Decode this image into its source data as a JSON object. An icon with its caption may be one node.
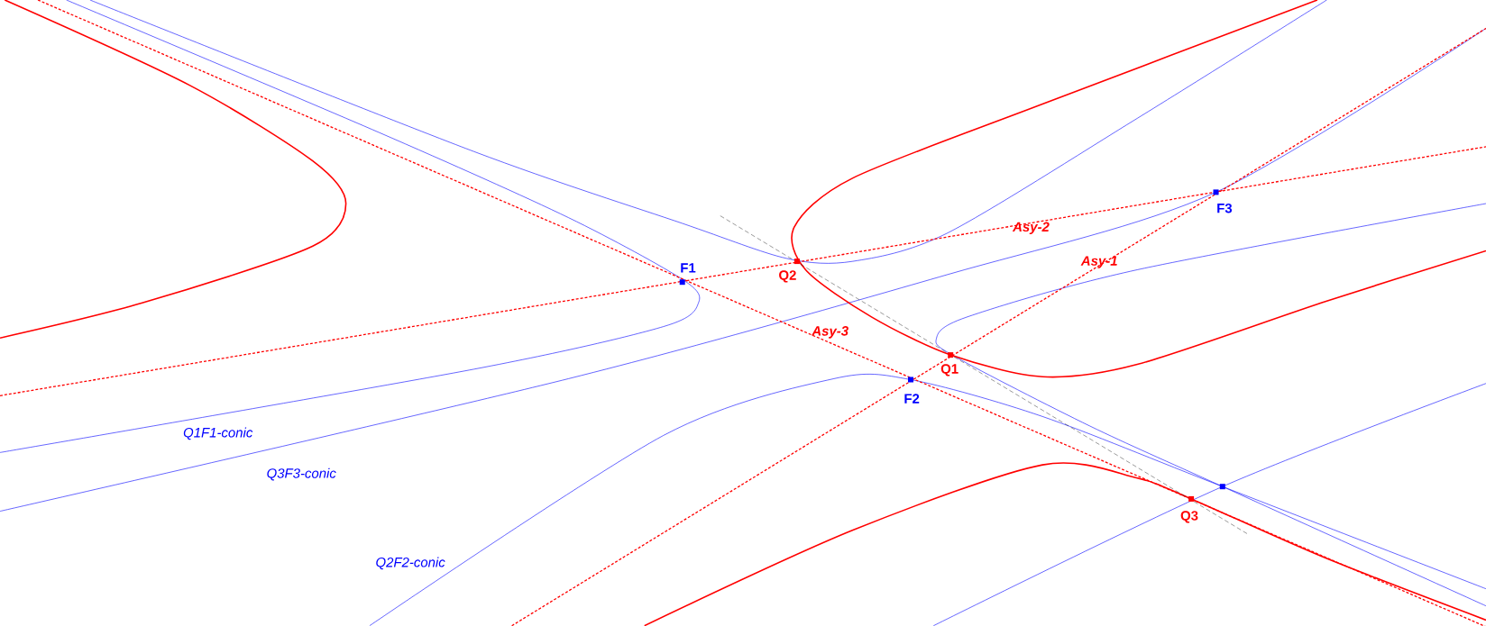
{
  "diagram": {
    "labels": [
      "F3",
      "Asy-2",
      "Asy-1",
      "F1",
      "Q2",
      "Asy-3",
      "Q1",
      "F2",
      "Q1F1-conic",
      "Q3F3-conic",
      "Q3",
      "Q2F2-conic"
    ]
  }
}
